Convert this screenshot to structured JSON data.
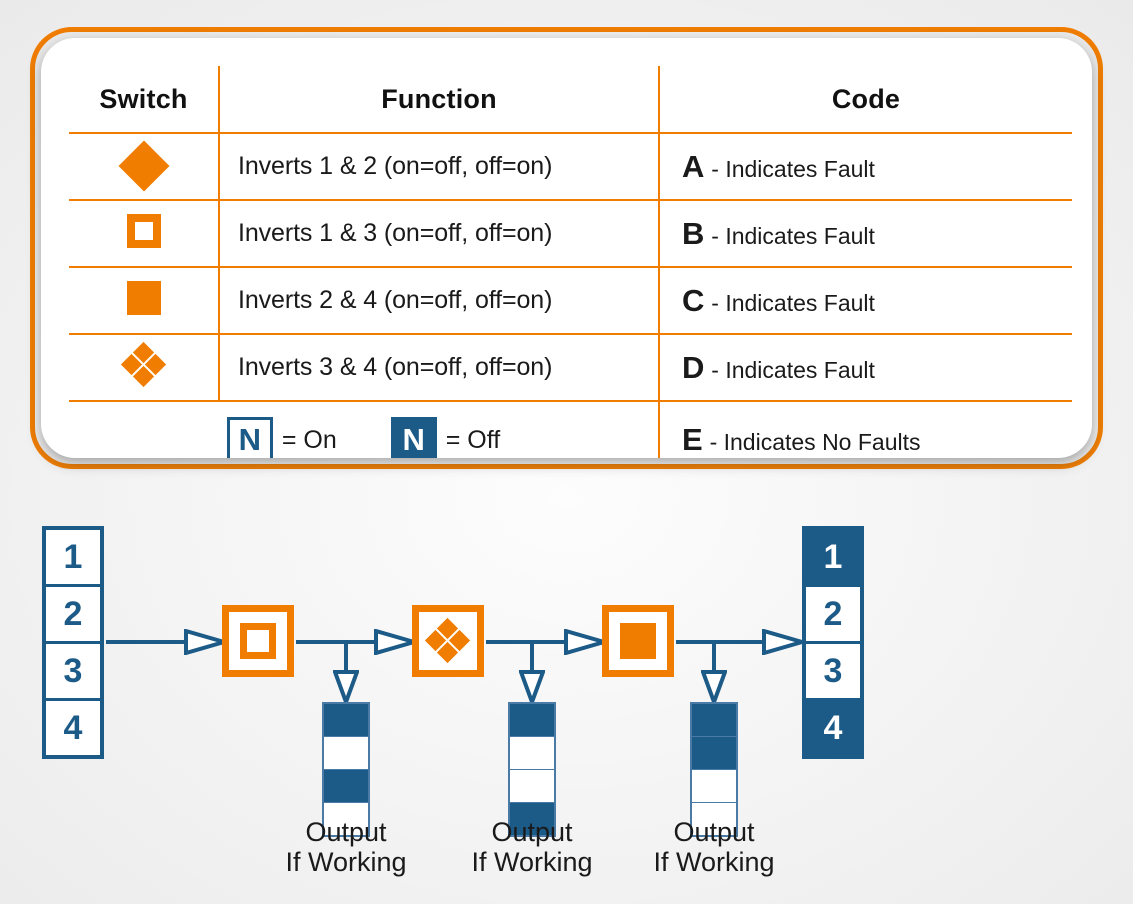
{
  "card": {
    "border_color": "#f07d00",
    "table": {
      "headers": [
        "Switch",
        "Function",
        "Code"
      ],
      "rows": [
        {
          "switch_icon": "diamond-solid-icon",
          "function": "Inverts 1 & 2 (on=off, off=on)",
          "code_letter": "A",
          "code_text": "- Indicates Fault"
        },
        {
          "switch_icon": "square-outline-icon",
          "function": "Inverts 1 & 3 (on=off, off=on)",
          "code_letter": "B",
          "code_text": "- Indicates Fault"
        },
        {
          "switch_icon": "square-solid-icon",
          "function": "Inverts 2 & 4 (on=off, off=on)",
          "code_letter": "C",
          "code_text": "- Indicates Fault"
        },
        {
          "switch_icon": "quad-diamond-icon",
          "function": "Inverts 3 & 4 (on=off, off=on)",
          "code_letter": "D",
          "code_text": "- Indicates Fault"
        }
      ],
      "legend": {
        "on": {
          "glyph": "N",
          "label": "= On"
        },
        "off": {
          "glyph": "N",
          "label": "= Off"
        },
        "code_letter": "E",
        "code_text": "- Indicates No Faults"
      }
    }
  },
  "flow": {
    "input_stack": {
      "name": "input-switch-stack",
      "cells": [
        {
          "label": "1",
          "state": "white"
        },
        {
          "label": "2",
          "state": "white"
        },
        {
          "label": "3",
          "state": "white"
        },
        {
          "label": "4",
          "state": "white"
        }
      ]
    },
    "output_stack": {
      "name": "output-switch-stack",
      "cells": [
        {
          "label": "1",
          "state": "blue"
        },
        {
          "label": "2",
          "state": "white"
        },
        {
          "label": "3",
          "state": "white"
        },
        {
          "label": "4",
          "state": "blue"
        }
      ]
    },
    "nodes": [
      {
        "icon": "square-outline-icon"
      },
      {
        "icon": "quad-diamond-icon"
      },
      {
        "icon": "square-solid-icon"
      }
    ],
    "outputs": [
      {
        "label_line1": "Output",
        "label_line2": "If Working",
        "bits": [
          "f",
          "e",
          "f",
          "e"
        ]
      },
      {
        "label_line1": "Output",
        "label_line2": "If Working",
        "bits": [
          "f",
          "e",
          "e",
          "f"
        ]
      },
      {
        "label_line1": "Output",
        "label_line2": "If Working",
        "bits": [
          "f",
          "f",
          "e",
          "e"
        ]
      }
    ]
  },
  "colors": {
    "orange": "#f07d00",
    "blue": "#1c5a87",
    "text": "#1a1a1a",
    "background": "#eeeeee"
  }
}
